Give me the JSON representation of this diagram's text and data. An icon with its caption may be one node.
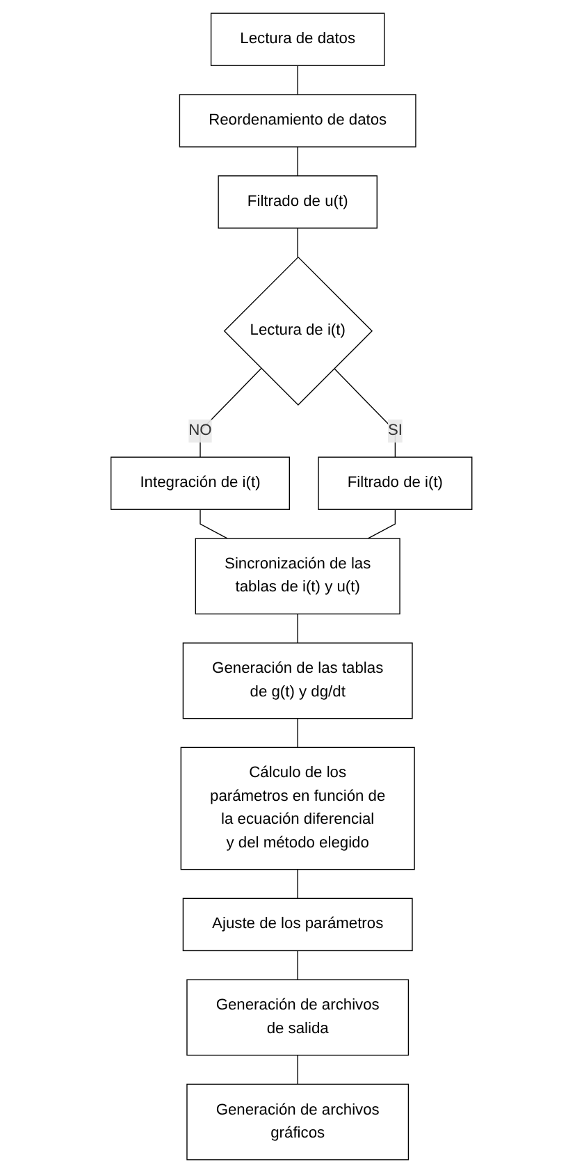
{
  "diagram": {
    "nodes": [
      {
        "text": [
          "Lectura de datos"
        ]
      },
      {
        "text": [
          "Reordenamiento de datos"
        ]
      },
      {
        "text": [
          "Filtrado de u(t)"
        ]
      },
      {
        "text": [
          "Lectura de i(t)"
        ]
      },
      {
        "text": [
          "Integración de i(t)"
        ]
      },
      {
        "text": [
          "Filtrado de i(t)"
        ]
      },
      {
        "text": [
          "Sincronización de las tablas de i(t) y u(t)"
        ]
      },
      {
        "text": [
          "Generación de las tablas de g(t) y dg/dt"
        ]
      },
      {
        "text": [
          "Cálculo de los parámetros en función de la ecuación diferencial y del método elegido"
        ]
      },
      {
        "text": [
          "Ajuste de los parámetros"
        ]
      },
      {
        "text": [
          "Generación de archivos de salida"
        ]
      },
      {
        "text": [
          "Generación de archivos gráficos"
        ]
      }
    ],
    "edges": [
      {
        "from": 0,
        "to": 1,
        "arrow": "none"
      },
      {
        "from": 1,
        "to": 2,
        "arrow": "none"
      },
      {
        "from": 2,
        "to": 3,
        "arrow": "none"
      },
      {
        "from": 3,
        "to": 4,
        "arrow": "none",
        "label": "NO"
      },
      {
        "from": 3,
        "to": 5,
        "arrow": "none",
        "label": "SI"
      },
      {
        "from": 4,
        "to": 6,
        "arrow": "none"
      },
      {
        "from": 5,
        "to": 6,
        "arrow": "none"
      },
      {
        "from": 6,
        "to": 7,
        "arrow": "none"
      },
      {
        "from": 7,
        "to": 8,
        "arrow": "none"
      },
      {
        "from": 8,
        "to": 9,
        "arrow": "none"
      },
      {
        "from": 9,
        "to": 10,
        "arrow": "none"
      },
      {
        "from": 10,
        "to": 11,
        "arrow": "none"
      }
    ]
  }
}
